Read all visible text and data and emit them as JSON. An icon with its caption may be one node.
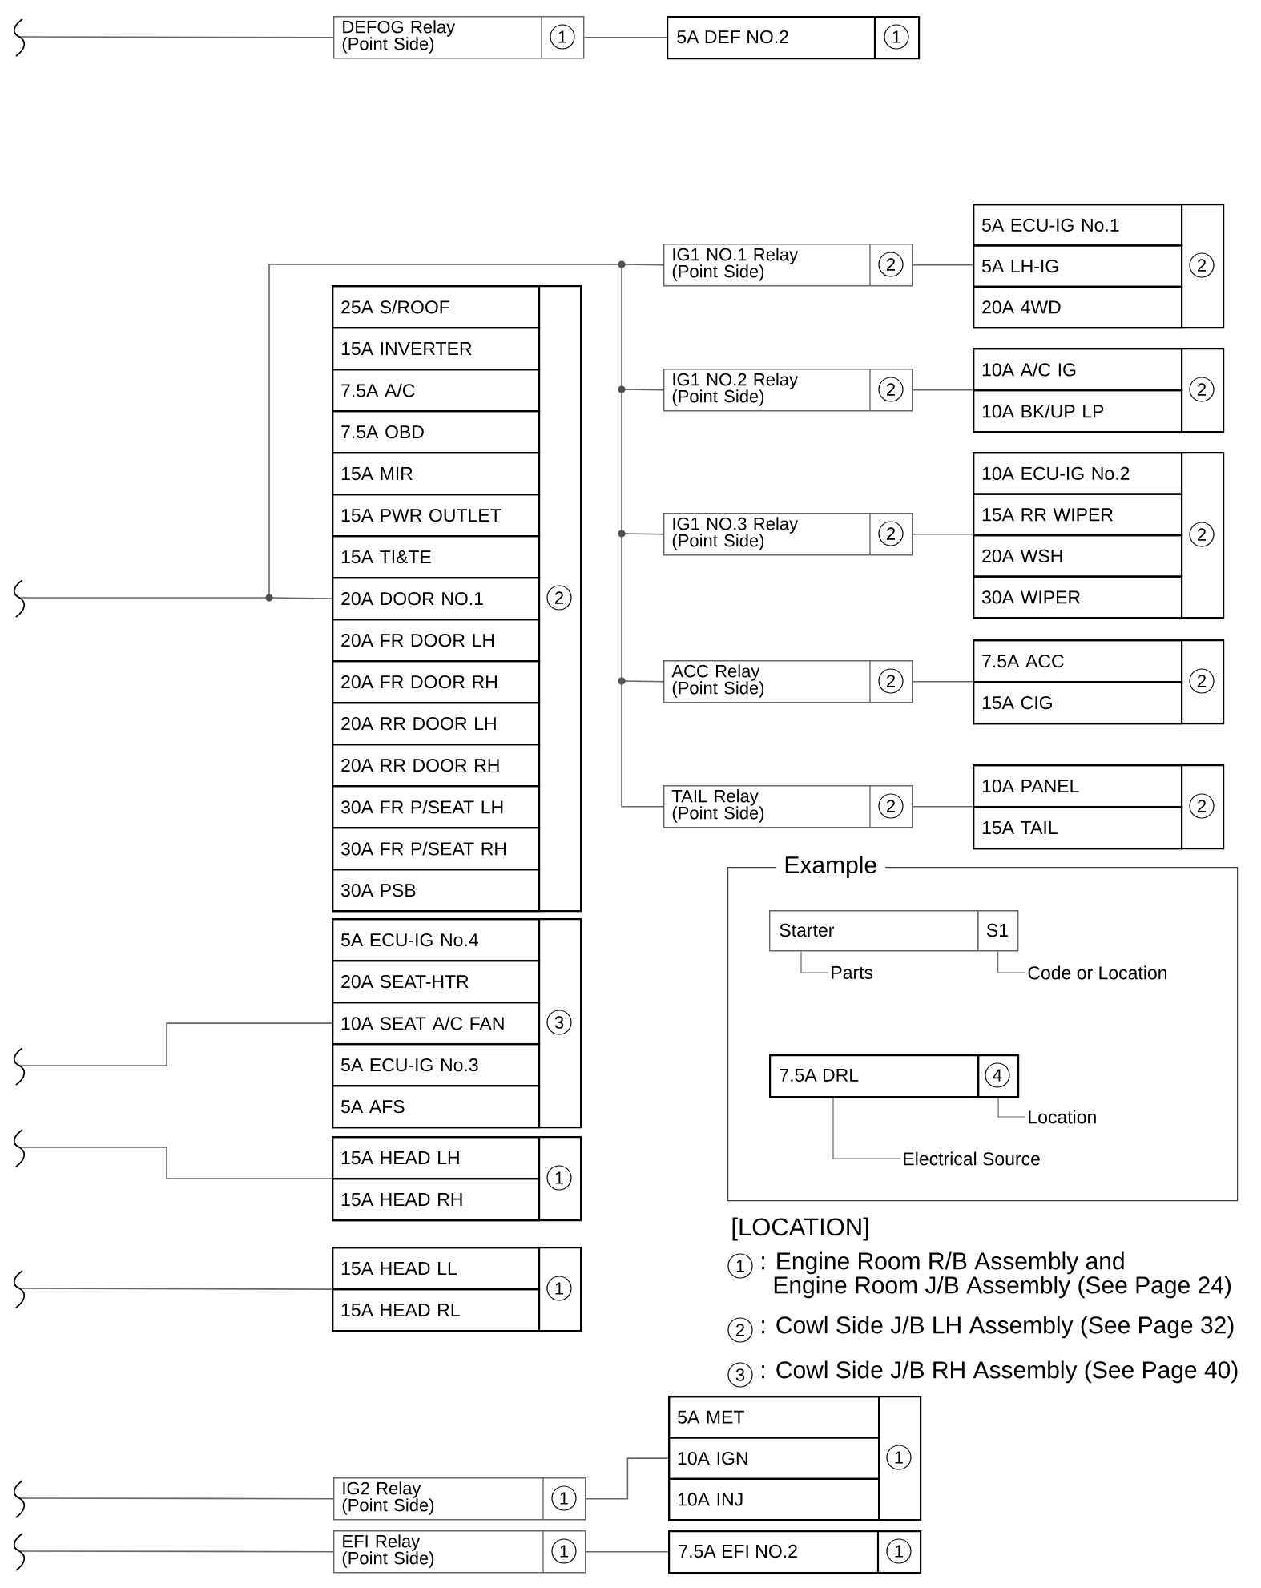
{
  "diagram": {
    "nodes": [
      {
        "text": [
          "DEFOG Relay (Point Side)",
          "1"
        ]
      },
      {
        "text": [
          "5A DEF NO.2",
          "1"
        ]
      },
      {
        "text": [
          "IG1 NO.1 Relay (Point Side)",
          "2"
        ]
      },
      {
        "text": [
          "2"
        ]
      },
      {
        "text": [
          "5A ECU-IG No.1"
        ],
        "in": 3
      },
      {
        "text": [
          "5A LH-IG"
        ],
        "in": 3
      },
      {
        "text": [
          "20A 4WD"
        ],
        "in": 3
      },
      {
        "text": [
          "2"
        ]
      },
      {
        "text": [
          "25A S/ROOF"
        ],
        "in": 7
      },
      {
        "text": [
          "15A INVERTER"
        ],
        "in": 7
      },
      {
        "text": [
          "7.5A A/C"
        ],
        "in": 7
      },
      {
        "text": [
          "7.5A OBD"
        ],
        "in": 7
      },
      {
        "text": [
          "15A MIR"
        ],
        "in": 7
      },
      {
        "text": [
          "15A PWR OUTLET"
        ],
        "in": 7
      },
      {
        "text": [
          "15A TI&TE"
        ],
        "in": 7
      },
      {
        "text": [
          "20A DOOR NO.1"
        ],
        "in": 7
      },
      {
        "text": [
          "20A FR DOOR LH"
        ],
        "in": 7
      },
      {
        "text": [
          "20A FR DOOR RH"
        ],
        "in": 7
      },
      {
        "text": [
          "20A RR DOOR LH"
        ],
        "in": 7
      },
      {
        "text": [
          "20A RR DOOR RH"
        ],
        "in": 7
      },
      {
        "text": [
          "30A FR P/SEAT LH"
        ],
        "in": 7
      },
      {
        "text": [
          "30A FR P/SEAT RH"
        ],
        "in": 7
      },
      {
        "text": [
          "30A PSB"
        ],
        "in": 7
      },
      {
        "text": [
          "IG1 NO.2 Relay (Point Side)",
          "2"
        ]
      },
      {
        "text": [
          "2"
        ]
      },
      {
        "text": [
          "10A A/C IG"
        ],
        "in": 24
      },
      {
        "text": [
          "10A BK/UP LP"
        ],
        "in": 24
      },
      {
        "text": [
          "IG1 NO.3 Relay (Point Side)",
          "2"
        ]
      },
      {
        "text": [
          "2"
        ]
      },
      {
        "text": [
          "10A ECU-IG No.2"
        ],
        "in": 28
      },
      {
        "text": [
          "15A RR WIPER"
        ],
        "in": 28
      },
      {
        "text": [
          "20A WSH"
        ],
        "in": 28
      },
      {
        "text": [
          "30A WIPER"
        ],
        "in": 28
      },
      {
        "text": [
          "ACC Relay (Point Side)",
          "2"
        ]
      },
      {
        "text": [
          "2"
        ]
      },
      {
        "text": [
          "7.5A ACC"
        ],
        "in": 34
      },
      {
        "text": [
          "15A CIG"
        ],
        "in": 34
      },
      {
        "text": [
          "TAIL Relay (Point Side)",
          "2"
        ]
      },
      {
        "text": [
          "2"
        ]
      },
      {
        "text": [
          "10A PANEL"
        ],
        "in": 38
      },
      {
        "text": [
          "15A TAIL"
        ],
        "in": 38
      },
      {
        "text": [
          "Example"
        ]
      },
      {
        "text": [
          "Starter"
        ],
        "in": 41
      },
      {
        "text": [
          "S1"
        ],
        "in": 41
      },
      {
        "text": [
          "Parts"
        ],
        "in": 41
      },
      {
        "text": [
          "Code or Location"
        ],
        "in": 41
      },
      {
        "text": [
          "7.5A DRL"
        ],
        "in": 41
      },
      {
        "text": [
          "4"
        ],
        "in": 41
      },
      {
        "text": [
          "Location"
        ],
        "in": 41
      },
      {
        "text": [
          "Electrical Source"
        ],
        "in": 41
      },
      {
        "text": [
          "3"
        ]
      },
      {
        "text": [
          "5A ECU-IG No.4"
        ],
        "in": 50
      },
      {
        "text": [
          "20A SEAT-HTR"
        ],
        "in": 50
      },
      {
        "text": [
          "10A SEAT A/C FAN"
        ],
        "in": 50
      },
      {
        "text": [
          "5A ECU-IG No.3"
        ],
        "in": 50
      },
      {
        "text": [
          "5A AFS"
        ],
        "in": 50
      },
      {
        "text": [
          "1"
        ]
      },
      {
        "text": [
          "15A HEAD LH"
        ],
        "in": 56
      },
      {
        "text": [
          "15A HEAD RH"
        ],
        "in": 56
      },
      {
        "text": [
          "1"
        ]
      },
      {
        "text": [
          "15A HEAD LL"
        ],
        "in": 59
      },
      {
        "text": [
          "15A HEAD RL"
        ],
        "in": 59
      },
      {
        "text": [
          "1"
        ]
      },
      {
        "text": [
          "5A MET"
        ],
        "in": 62
      },
      {
        "text": [
          "10A IGN"
        ],
        "in": 62
      },
      {
        "text": [
          "10A INJ"
        ],
        "in": 62
      },
      {
        "text": [
          "IG2 Relay (Point Side)",
          "1"
        ]
      },
      {
        "text": [
          "EFI Relay (Point Side)",
          "1"
        ]
      },
      {
        "text": [
          "7.5A EFI NO.2",
          "1"
        ]
      }
    ],
    "edges": [
      {
        "from": null,
        "to": 0,
        "arrow": "none"
      },
      {
        "from": 0,
        "to": 1,
        "arrow": "none"
      },
      {
        "from": null,
        "to": 15,
        "arrow": "none"
      },
      {
        "from": null,
        "to": 2,
        "arrow": "none"
      },
      {
        "from": null,
        "to": 23,
        "arrow": "none"
      },
      {
        "from": null,
        "to": 27,
        "arrow": "none"
      },
      {
        "from": null,
        "to": 33,
        "arrow": "none"
      },
      {
        "from": null,
        "to": 37,
        "arrow": "none"
      },
      {
        "from": 2,
        "to": 5,
        "arrow": "none"
      },
      {
        "from": 23,
        "to": 24,
        "arrow": "none"
      },
      {
        "from": 27,
        "to": 28,
        "arrow": "none"
      },
      {
        "from": 33,
        "to": 34,
        "arrow": "none"
      },
      {
        "from": 37,
        "to": 38,
        "arrow": "none"
      },
      {
        "from": null,
        "to": 53,
        "arrow": "none"
      },
      {
        "from": null,
        "to": 56,
        "arrow": "none"
      },
      {
        "from": null,
        "to": 59,
        "arrow": "none"
      },
      {
        "from": null,
        "to": 66,
        "arrow": "none"
      },
      {
        "from": 66,
        "to": 64,
        "arrow": "none"
      },
      {
        "from": null,
        "to": 67,
        "arrow": "none"
      },
      {
        "from": 67,
        "to": 68,
        "arrow": "none"
      },
      {
        "from": 44,
        "to": 42,
        "arrow": "none"
      },
      {
        "from": 45,
        "to": 43,
        "arrow": "none"
      },
      {
        "from": 48,
        "to": 47,
        "arrow": "none"
      },
      {
        "from": 49,
        "to": 46,
        "arrow": "none"
      }
    ],
    "labels": [
      "[LOCATION]",
      "1",
      ": Engine Room R/B Assembly and Engine Room J/B Assembly (See Page 24)",
      "2",
      ": Cowl Side J/B LH Assembly (See Page 32)",
      "3",
      ": Cowl Side J/B RH Assembly (See Page 40)"
    ]
  }
}
